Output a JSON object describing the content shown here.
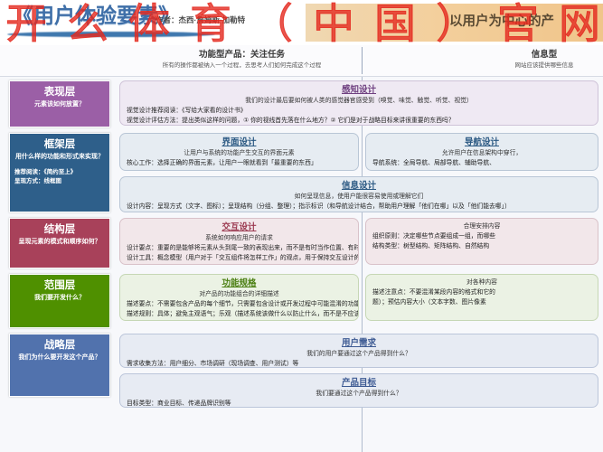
{
  "header": {
    "book_title": "《用户体验要素》",
    "author": "作者：杰西·詹姆斯·加勒特",
    "banner_text": "以用户为中心的产",
    "watermark": "开么体育（中国）官网"
  },
  "columns": [
    {
      "title": "功能型产品：关注任务",
      "subtitle": "所有的操作都被纳入一个过程，去思考人们如何完成这个过程"
    },
    {
      "title": "信息型",
      "subtitle": "网站应该提供哪些信息"
    }
  ],
  "layers": [
    {
      "name": "表现层",
      "question": "元素该如何放置？",
      "extra": "",
      "color": "#9b5fa6"
    },
    {
      "name": "框架层",
      "question": "用什么样的功能和形式来实现？",
      "extra": "推荐阅读：《简约至上》\n呈现方式：线框图",
      "color": "#2e5f8a"
    },
    {
      "name": "结构层",
      "question": "呈现元素的模式和顺序如何？",
      "extra": "",
      "color": "#a8415a"
    },
    {
      "name": "范围层",
      "question": "我们要开发什么？",
      "extra": "",
      "color": "#4f9000"
    },
    {
      "name": "战略层",
      "question": "我们为什么要开发这个产品？",
      "extra": "",
      "color": "#5172ad"
    }
  ],
  "panels": {
    "perception": {
      "title": "感知设计",
      "subtitle": "我们的设计最后要如何被人类的感觉器官感受到（嗅觉、味觉、触觉、听觉、视觉）",
      "row1": "视觉设计推荐阅读：《写给大家看的设计书》",
      "row2": "视觉设计评估方法：提出类似这样的问题，① 你的视线首先落在什么地方？② 它们是对于战略目标来讲很重要的东西吗？"
    },
    "interface": {
      "title": "界面设计",
      "subtitle": "让用户与系统的功能产生交互的界面元素",
      "row1": "核心工作：选择正确的界面元素，让用户一眼就看到「最重要的东西」"
    },
    "navigation": {
      "title": "导航设计",
      "subtitle": "允许用户在信息架构中穿行，",
      "row1": "导航系统：全局导航、局部导航、辅助导航、"
    },
    "information_design": {
      "title": "信息设计",
      "subtitle": "如何呈现信息，使用户能很容易使用或理解它们",
      "row1": "设计内容：呈现方式（文字、图标）；呈现结构（分组、整理）；指示标识（和导航设计结合，帮助用户理解「他们在哪」以及「他们能去哪」）"
    },
    "interaction": {
      "title": "交互设计",
      "subtitle": "系统如何响应用户的请求",
      "row1": "设计要点：重要的是能够将元素从头到尾一致的表现出来，而不是有时当作位置、有时当作对象",
      "row2": "设计工具：概念模型（用户对于「交互组件将怎样工作」的观点，用于保持交互设计的一致性。）"
    },
    "architecture": {
      "title": "",
      "subtitle": "合理安排内容",
      "row1": "组织原则：决定哪些节点要组成一组，而哪些",
      "row2": "结构类型：树型结构、矩阵结构、自然结构"
    },
    "functional_spec": {
      "title": "功能规格",
      "subtitle": "对产品的功能组合的详细描述",
      "row1": "描述要点：不需要包含产品的每个细节，只需要包含设计或开发过程中可能混淆的功能定义",
      "row2": "描述规则：具体；避免主观语气；乐观（描述系统该做什么以防止什么，而不是不应该做什么）"
    },
    "content_req": {
      "title": "",
      "subtitle": "对各种内容",
      "row1": "描述注意点：不要混淆某段内容的格式和它的",
      "row2": "题）；预估内容大小（文本字数、图片像素"
    },
    "user_needs": {
      "title": "用户需求",
      "subtitle": "我们的用户要通过这个产品得到什么？",
      "row1": "需求收集方法：用户细分、市场调研（现场调查、用户测试）等"
    },
    "product_goals": {
      "title": "产品目标",
      "subtitle": "我们要通过这个产品得到什么？",
      "row1": "目标类型：商业目标、传递品牌识别等"
    }
  }
}
